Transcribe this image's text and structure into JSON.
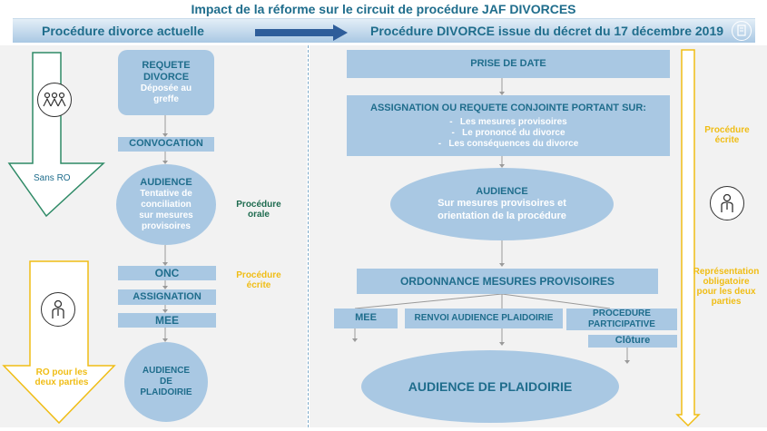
{
  "title": "Impact de la réforme sur le circuit de procédure JAF DIVORCES",
  "header": {
    "left": "Procédure divorce actuelle",
    "right": "Procédure DIVORCE  issue du décret du 17 décembre 2019"
  },
  "left": {
    "requete": {
      "line1": "REQUETE",
      "line2": "DIVORCE",
      "sub1": "Déposée au",
      "sub2": "greffe"
    },
    "convocation": "CONVOCATION",
    "audience": {
      "title": "AUDIENCE",
      "sub1": "Tentative de",
      "sub2": "conciliation",
      "sub3": "sur mesures",
      "sub4": "provisoires"
    },
    "onc": "ONC",
    "assignation": "ASSIGNATION",
    "mee": "MEE",
    "plaidoirie": {
      "line1": "AUDIENCE",
      "line2": "DE",
      "line3": "PLAIDOIRIE"
    },
    "sans_ro": "Sans RO",
    "ro_parties": {
      "line1": "RO pour les",
      "line2": "deux parties"
    },
    "proc_orale": {
      "line1": "Procédure",
      "line2": "orale"
    },
    "proc_ecrite": {
      "line1": "Procédure",
      "line2": "écrite"
    }
  },
  "right": {
    "prise_de_date": "PRISE DE DATE",
    "assignation": {
      "title": "ASSIGNATION OU REQUETE CONJOINTE PORTANT SUR:",
      "items": [
        "Les mesures provisoires",
        "Le prononcé du divorce",
        "Les conséquences du divorce"
      ]
    },
    "audience": {
      "title": "AUDIENCE",
      "sub1": "Sur mesures provisoires et",
      "sub2": "orientation de la procédure"
    },
    "ordonnance": "ORDONNANCE MESURES PROVISOIRES",
    "mee": "MEE",
    "renvoi": "RENVOI AUDIENCE PLAIDOIRIE",
    "participative": {
      "line1": "PROCEDURE",
      "line2": "PARTICIPATIVE"
    },
    "cloture": "Clôture",
    "plaidoirie": "AUDIENCE  DE PLAIDOIRIE",
    "proc_ecrite": {
      "line1": "Procédure",
      "line2": "écrite"
    },
    "representation": {
      "line1": "Représentation",
      "line2": "obligatoire",
      "line3": "pour les deux",
      "line4": "parties"
    }
  },
  "colors": {
    "title": "#1f6d8c",
    "box": "#a9c8e3",
    "green": "#1e6b4f",
    "gold": "#f0bd15",
    "arrow_blue": "#2e5d9a"
  },
  "icons": [
    "group-icon",
    "person-icon",
    "document-icon",
    "header-arrow-icon"
  ]
}
